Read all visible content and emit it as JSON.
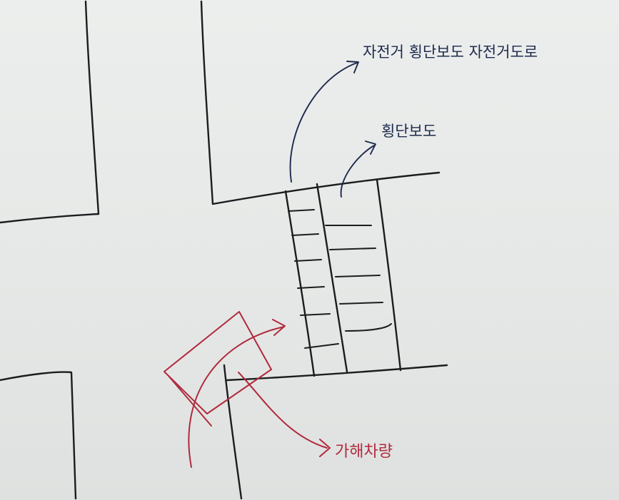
{
  "labels": {
    "bike_crosswalk": "자전거 횡단보도 자전거도로",
    "crosswalk": "횡단보도",
    "offending_vehicle": "가해차량"
  },
  "colors": {
    "paper": "#e9ebea",
    "ink_black": "#1c1c1f",
    "ink_navy": "#1d2a4d",
    "ink_red": "#b02a3c"
  }
}
